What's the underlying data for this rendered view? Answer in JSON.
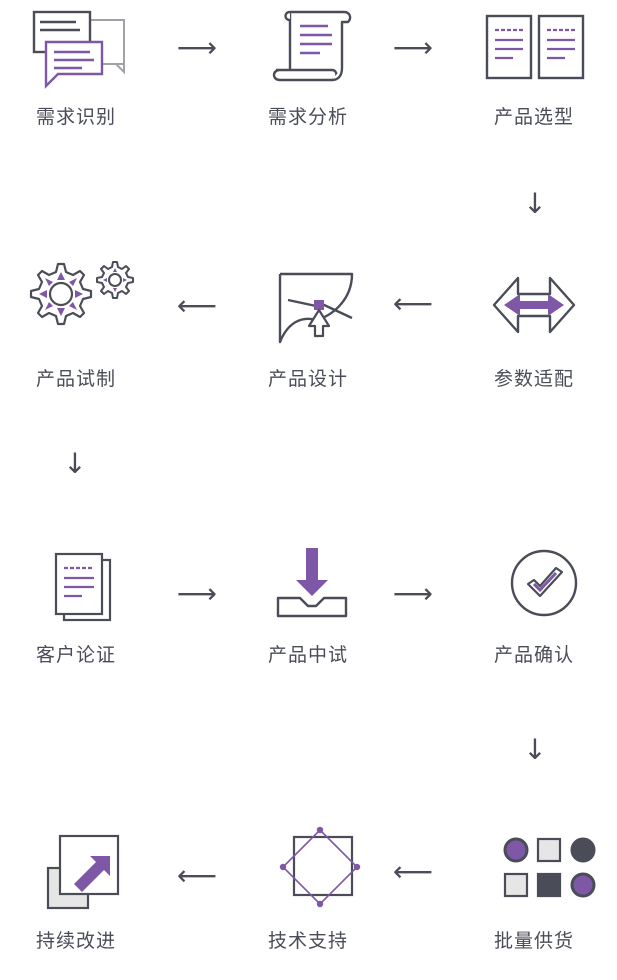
{
  "colors": {
    "stroke": "#4a4d57",
    "accent": "#7e57a6",
    "light": "#e6e6e6",
    "dark": "#4a4d57"
  },
  "steps": [
    {
      "label": "需求识别",
      "icon": "chat-bubbles-icon"
    },
    {
      "label": "需求分析",
      "icon": "scroll-document-icon"
    },
    {
      "label": "产品选型",
      "icon": "two-documents-icon"
    },
    {
      "label": "参数适配",
      "icon": "double-arrow-icon"
    },
    {
      "label": "产品设计",
      "icon": "pen-nib-design-icon"
    },
    {
      "label": "产品试制",
      "icon": "gears-icon"
    },
    {
      "label": "客户论证",
      "icon": "stacked-documents-icon"
    },
    {
      "label": "产品中试",
      "icon": "download-tray-icon"
    },
    {
      "label": "产品确认",
      "icon": "check-circle-icon"
    },
    {
      "label": "批量供货",
      "icon": "grid-shapes-icon"
    },
    {
      "label": "技术支持",
      "icon": "rotated-squares-icon"
    },
    {
      "label": "持续改进",
      "icon": "expand-arrow-icon"
    }
  ],
  "arrows": {
    "right": "⟶",
    "left": "⟵",
    "down": "↓"
  }
}
